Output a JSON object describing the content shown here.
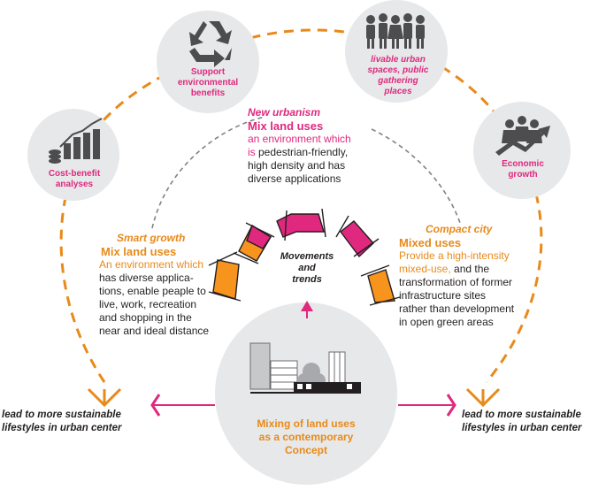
{
  "colors": {
    "magenta": "#e0287e",
    "orange": "#e88a1a",
    "dark_text": "#231f20",
    "circle_fill": "#e7e8e9",
    "icon_dark": "#4d4d4f"
  },
  "top_nodes": {
    "cost_benefit": {
      "icon": "bar-chart-with-coins-icon",
      "line1": "Cost-benefit",
      "line2": "analyses"
    },
    "environmental": {
      "icon": "recycle-icon",
      "line1": "Support",
      "line2": "environmental",
      "line3": "benefits"
    },
    "livable": {
      "icon": "people-group-icon",
      "line1": "livable urban",
      "line2": "spaces, public",
      "line3": "gathering",
      "line4": "places"
    },
    "economic": {
      "icon": "people-rising-arrow-icon",
      "line1": "Economic",
      "line2": "growth"
    }
  },
  "new_urbanism": {
    "heading": "New urbanism",
    "subheading": "Mix land uses",
    "line1": "an environment which",
    "line2_highlight": "is",
    "line2_rest": " pedestrian-friendly,",
    "line3": "high density and has",
    "line4": "diverse applications"
  },
  "smart_growth": {
    "heading": "Smart growth",
    "subheading": "Mix land uses",
    "lines_highlight": [
      "An environment which"
    ],
    "lines": [
      "has diverse applica-",
      "tions, enable peaple to",
      "live, work, recreation",
      "and shopping in the",
      "near and ideal distance"
    ]
  },
  "compact_city": {
    "heading": "Compact city",
    "subheading": "Mixed uses",
    "lines_highlight": [
      "Provide a high-intensity",
      "mixed-use,"
    ],
    "line2_rest": " and the",
    "lines": [
      "transformation of former",
      "infrastructure sites",
      "rather than development",
      "in open green areas"
    ]
  },
  "center": {
    "label1": "Movements",
    "label2": "and",
    "label3": "trends",
    "concept1": "Mixing of land uses",
    "concept2": "as a contemporary",
    "concept3": "Concept",
    "building_icon": "city-buildings-icon"
  },
  "outcomes": {
    "left1": "lead to more sustainable",
    "left2": "lifestyles in urban center",
    "right1": "lead to more sustainable",
    "right2": "lifestyles in urban center"
  }
}
